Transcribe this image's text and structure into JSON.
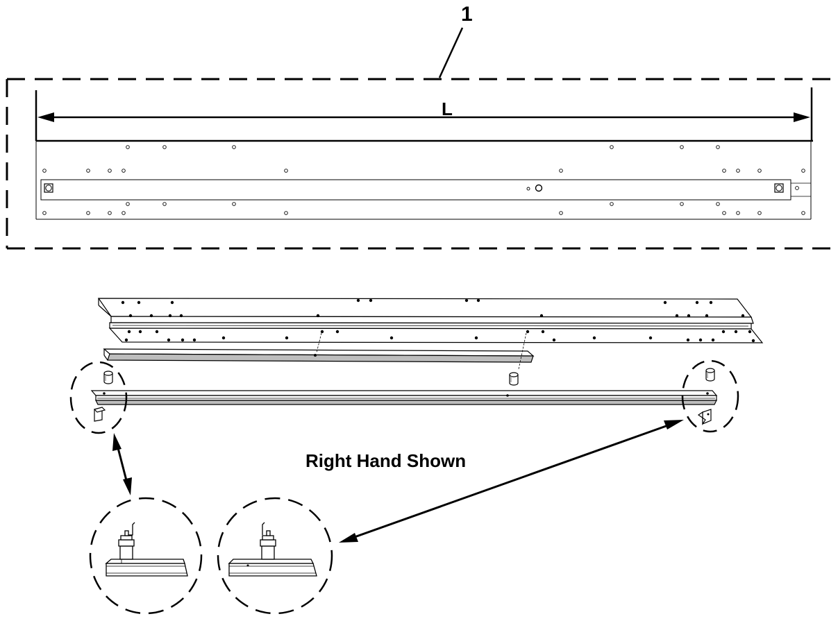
{
  "diagram": {
    "callout": "1",
    "dimension_label": "L",
    "caption": "Right Hand Shown"
  },
  "colors": {
    "line": "#000000",
    "part_fill": "#ffffff",
    "shade": "#bdbdbd"
  }
}
